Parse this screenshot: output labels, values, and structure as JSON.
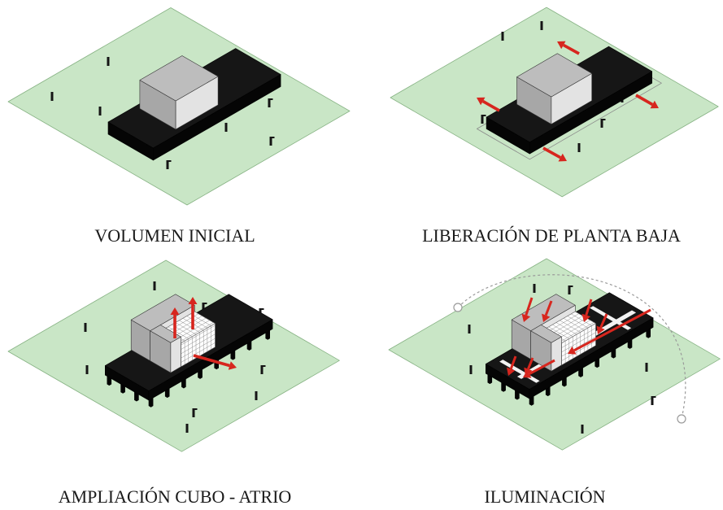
{
  "figure": {
    "panels": [
      {
        "caption": "VOLUMEN INICIAL"
      },
      {
        "caption": "LIBERACIÓN DE PLANTA BAJA"
      },
      {
        "caption": "AMPLIACIÓN CUBO - ATRIO"
      },
      {
        "caption": "ILUMINACIÓN"
      }
    ]
  },
  "colors": {
    "ground": "#c9e6c6",
    "ground_edge": "#86b283",
    "slab_top": "#161616",
    "slab_side": "#050505",
    "cube_top": "#bdbdbd",
    "cube_left": "#a7a7a7",
    "cube_right": "#e3e3e3",
    "atrium": "#ffffff",
    "skylight": "#f2f2f2",
    "arrow": "#d7261e",
    "sun_path": "#9a9a9a",
    "person": "#151515"
  }
}
